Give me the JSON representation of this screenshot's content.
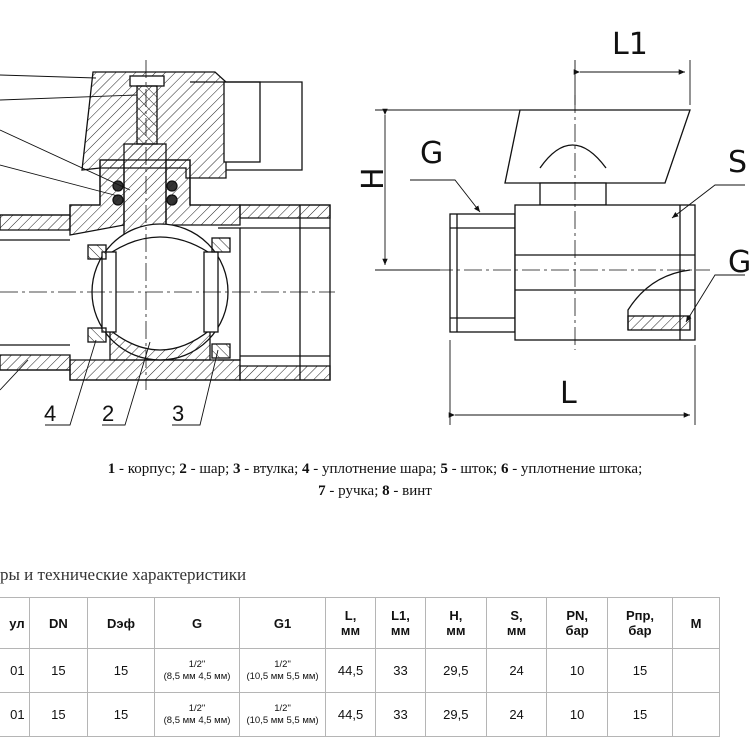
{
  "drawing": {
    "left_callouts": [
      "4",
      "2",
      "3"
    ],
    "dimension_labels": {
      "L1": "L1",
      "G": "G",
      "H": "H",
      "S": "S",
      "G1": "G",
      "L": "L"
    }
  },
  "legend": {
    "items": [
      {
        "num": "1",
        "text": " - корпус; "
      },
      {
        "num": "2",
        "text": " - шар; "
      },
      {
        "num": "3",
        "text": " - втулка; "
      },
      {
        "num": "4",
        "text": " - уплотнение шара; "
      },
      {
        "num": "5",
        "text": " - шток; "
      },
      {
        "num": "6",
        "text": " - уплотнение штока;"
      },
      {
        "num": "7",
        "text": " - ручка; "
      },
      {
        "num": "8",
        "text": " - винт"
      }
    ]
  },
  "specs": {
    "title": "ры и технические характеристики",
    "headers": [
      "ул",
      "DN",
      "Dэф",
      "G",
      "G1",
      "L,\nмм",
      "L1,\nмм",
      "H,\nмм",
      "S,\nмм",
      "PN,\nбар",
      "Pпр,\nбар",
      "M"
    ],
    "rows": [
      [
        "01",
        "15",
        "15",
        [
          "1/2\"",
          "(8,5 мм 4,5 мм)"
        ],
        [
          "1/2\"",
          "(10,5 мм 5,5 мм)"
        ],
        "44,5",
        "33",
        "29,5",
        "24",
        "10",
        "15",
        ""
      ],
      [
        "01",
        "15",
        "15",
        [
          "1/2\"",
          "(8,5 мм 4,5 мм)"
        ],
        [
          "1/2\"",
          "(10,5 мм 5,5 мм)"
        ],
        "44,5",
        "33",
        "29,5",
        "24",
        "10",
        "15",
        ""
      ]
    ]
  }
}
